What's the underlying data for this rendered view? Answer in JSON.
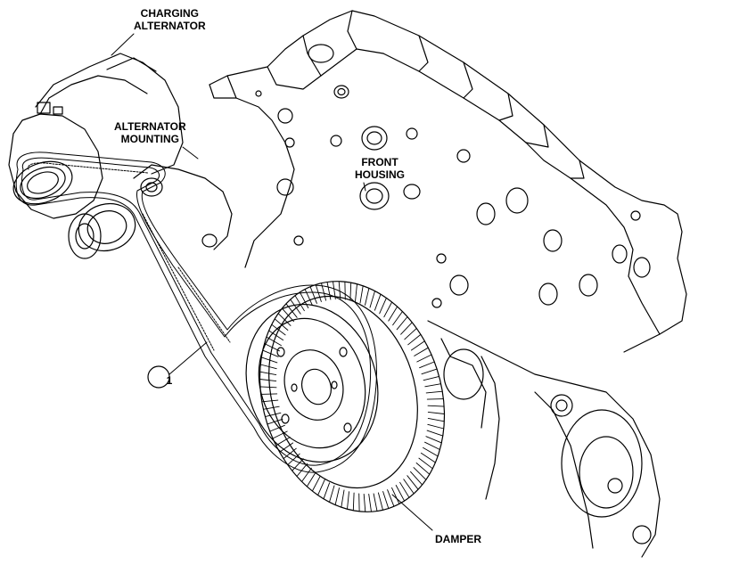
{
  "labels": {
    "charging_alternator_line1": "CHARGING",
    "charging_alternator_line2": "ALTERNATOR",
    "alternator_mounting_line1": "ALTERNATOR",
    "alternator_mounting_line2": "MOUNTING",
    "front_housing_line1": "FRONT",
    "front_housing_line2": "HOUSING",
    "damper": "DAMPER"
  },
  "callout": {
    "number": "1"
  },
  "colors": {
    "line": "#000000",
    "fill": "#ffffff"
  }
}
